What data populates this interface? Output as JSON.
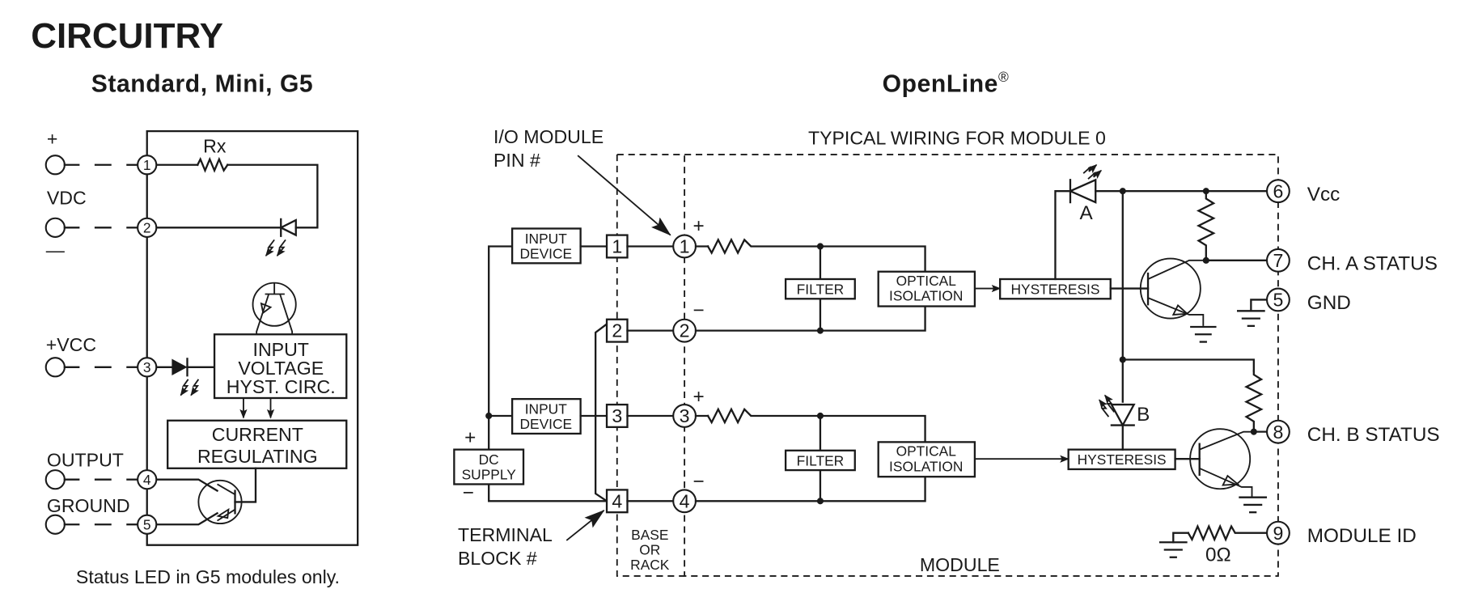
{
  "page": {
    "title": "CIRCUITRY"
  },
  "left_diagram": {
    "title": "Standard, Mini, G5",
    "footnote": "Status LED in G5 modules only.",
    "terminal_labels": {
      "plus": "+",
      "vdc": "VDC",
      "minus": "—",
      "vcc": "+VCC",
      "output": "OUTPUT",
      "ground": "GROUND"
    },
    "pins": [
      "1",
      "2",
      "3",
      "4",
      "5"
    ],
    "resistor_label": "Rx",
    "blocks": {
      "input_voltage": [
        "INPUT",
        "VOLTAGE",
        "HYST. CIRC."
      ],
      "current_regulating": [
        "CURRENT",
        "REGULATING"
      ]
    }
  },
  "right_diagram": {
    "title": "OpenLine",
    "title_mark": "®",
    "section_label": "TYPICAL WIRING FOR MODULE 0",
    "callouts": {
      "io_module_pin": [
        "I/O MODULE",
        "PIN #"
      ],
      "terminal_block": [
        "TERMINAL",
        "BLOCK #"
      ]
    },
    "region_labels": {
      "base_or_rack": [
        "BASE",
        "OR",
        "RACK"
      ],
      "module": "MODULE"
    },
    "blocks": {
      "input_device": [
        "INPUT",
        "DEVICE"
      ],
      "dc_supply": [
        "DC",
        "SUPPLY"
      ],
      "filter": "FILTER",
      "optical_isolation": [
        "OPTICAL",
        "ISOLATION"
      ],
      "hysteresis": "HYSTERESIS"
    },
    "polarity": {
      "plus": "+",
      "minus": "−"
    },
    "terminal_block_numbers": [
      "1",
      "2",
      "3",
      "4"
    ],
    "module_pins_left": [
      "1",
      "2",
      "3",
      "4"
    ],
    "module_pins_right": [
      {
        "number": "6",
        "label": "Vcc"
      },
      {
        "number": "7",
        "label": "CH. A STATUS"
      },
      {
        "number": "5",
        "label": "GND"
      },
      {
        "number": "8",
        "label": "CH. B STATUS"
      },
      {
        "number": "9",
        "label": "MODULE ID"
      }
    ],
    "led_labels": {
      "a": "A",
      "b": "B"
    },
    "module_id_resistor": "0Ω"
  }
}
